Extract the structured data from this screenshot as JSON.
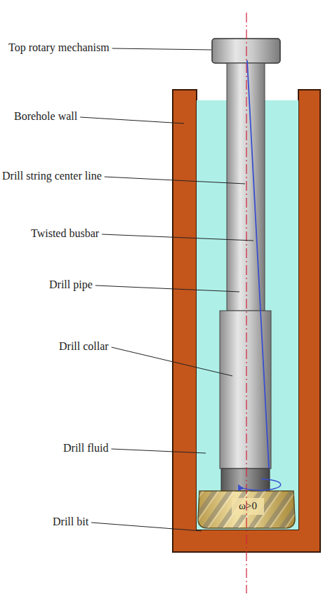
{
  "diagram": {
    "labels": [
      "Top rotary mechanism",
      "Borehole wall",
      "Drill string center line",
      "Twisted busbar",
      "Drill pipe",
      "Drill collar",
      "Drill fluid",
      "Drill bit",
      "ω>0"
    ]
  }
}
